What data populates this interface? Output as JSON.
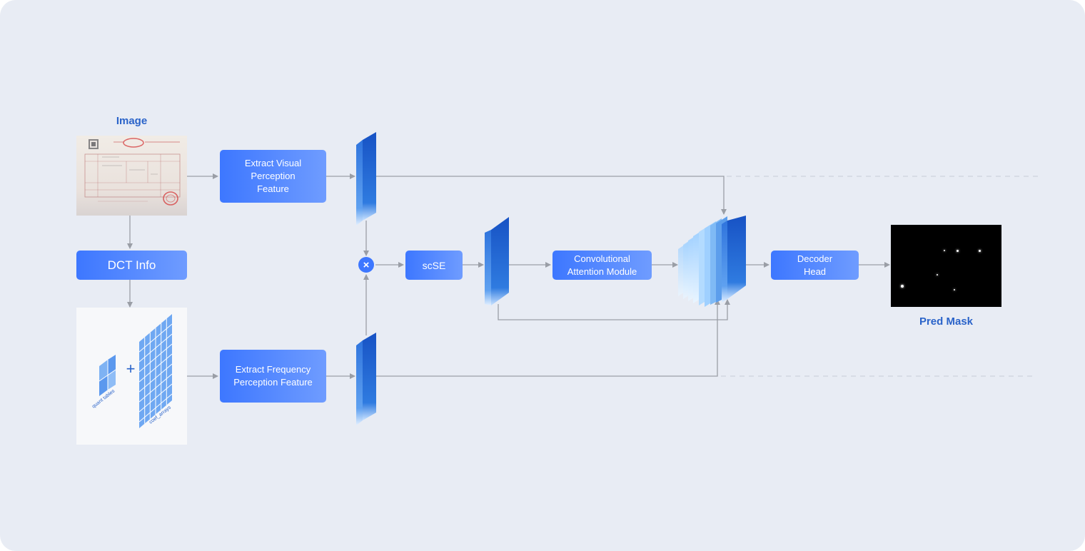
{
  "titles": {
    "image": "Image",
    "pred_mask": "Pred Mask"
  },
  "boxes": {
    "dct_info": "DCT Info",
    "extract_visual": "Extract Visual\nPerception\nFeature",
    "extract_frequency": "Extract Frequency\nPerception Feature",
    "scse": "scSE",
    "cam": "Convolutional\nAttention Module",
    "decoder": "Decoder\nHead"
  },
  "dct_labels": {
    "quant": "quant tables",
    "coef": "coef_arrays",
    "plus": "+"
  },
  "multiply_symbol": "×",
  "colors": {
    "background": "#e8ecf4",
    "box_gradient_start": "#3d77ff",
    "box_gradient_end": "#6f9cff",
    "title": "#2a63c9",
    "arrow": "#9a9ea6",
    "feature_dark": "#1b5fcc"
  }
}
